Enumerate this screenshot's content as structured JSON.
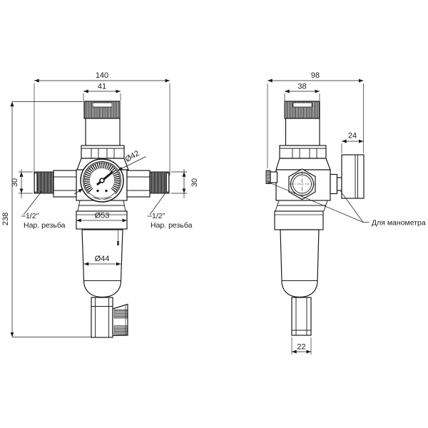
{
  "drawing": {
    "front_view": {
      "dim_total_width": "140",
      "dim_cap_width": "41",
      "dim_gauge_diameter": "Ø42",
      "dim_port_height_left": "30",
      "dim_port_height_right": "30",
      "dim_total_height": "238",
      "dim_ring_diameter": "Ø53",
      "dim_bowl_diameter": "Ø44",
      "thread_left_size": "1/2\"",
      "thread_left_note": "Нар. резьба",
      "thread_right_size": "1/2\"",
      "thread_right_note": "Нар. резьба"
    },
    "side_view": {
      "dim_total_width": "98",
      "dim_cap_width": "38",
      "dim_gauge_depth": "24",
      "dim_drain_width": "22",
      "manometer_note": "Для манометра"
    }
  },
  "colors": {
    "line": "#1a1a1a",
    "background": "#ffffff"
  }
}
